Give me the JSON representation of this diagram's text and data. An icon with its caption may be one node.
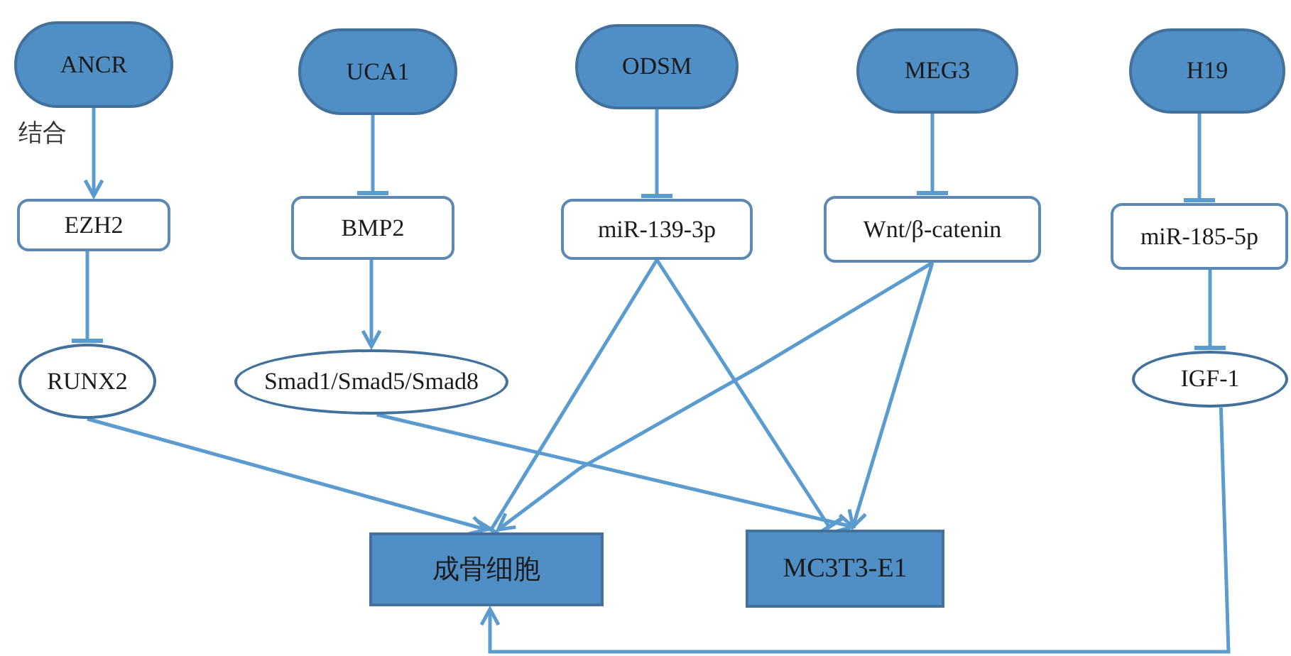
{
  "diagram": {
    "nodes": [
      {
        "text": [
          "ANCR"
        ]
      },
      {
        "text": [
          "UCA1"
        ]
      },
      {
        "text": [
          "ODSM"
        ]
      },
      {
        "text": [
          "MEG3"
        ]
      },
      {
        "text": [
          "H19"
        ]
      },
      {
        "text": [
          "EZH2"
        ]
      },
      {
        "text": [
          "BMP2"
        ]
      },
      {
        "text": [
          "miR-139-3p"
        ]
      },
      {
        "text": [
          "Wnt/β-catenin"
        ]
      },
      {
        "text": [
          "miR-185-5p"
        ]
      },
      {
        "text": [
          "RUNX2"
        ]
      },
      {
        "text": [
          "Smad1/Smad5/Smad8"
        ]
      },
      {
        "text": [
          "IGF-1"
        ]
      },
      {
        "text": [
          "成骨细胞"
        ]
      },
      {
        "text": [
          "MC3T3-E1"
        ]
      }
    ],
    "edges": [
      {
        "from": 0,
        "to": 5,
        "arrow": "to",
        "label": "结合"
      },
      {
        "from": 1,
        "to": 6,
        "arrow": "other"
      },
      {
        "from": 2,
        "to": 7,
        "arrow": "other"
      },
      {
        "from": 3,
        "to": 8,
        "arrow": "other"
      },
      {
        "from": 4,
        "to": 9,
        "arrow": "other"
      },
      {
        "from": 5,
        "to": 10,
        "arrow": "other"
      },
      {
        "from": 6,
        "to": 11,
        "arrow": "to"
      },
      {
        "from": 9,
        "to": 12,
        "arrow": "other"
      },
      {
        "from": 10,
        "to": 13,
        "arrow": "to"
      },
      {
        "from": 11,
        "to": 14,
        "arrow": "to"
      },
      {
        "from": 7,
        "to": 13,
        "arrow": "other"
      },
      {
        "from": 7,
        "to": 14,
        "arrow": "other"
      },
      {
        "from": 8,
        "to": 13,
        "arrow": "to"
      },
      {
        "from": 8,
        "to": 14,
        "arrow": "to"
      },
      {
        "from": 12,
        "to": 13,
        "arrow": "to"
      }
    ]
  }
}
